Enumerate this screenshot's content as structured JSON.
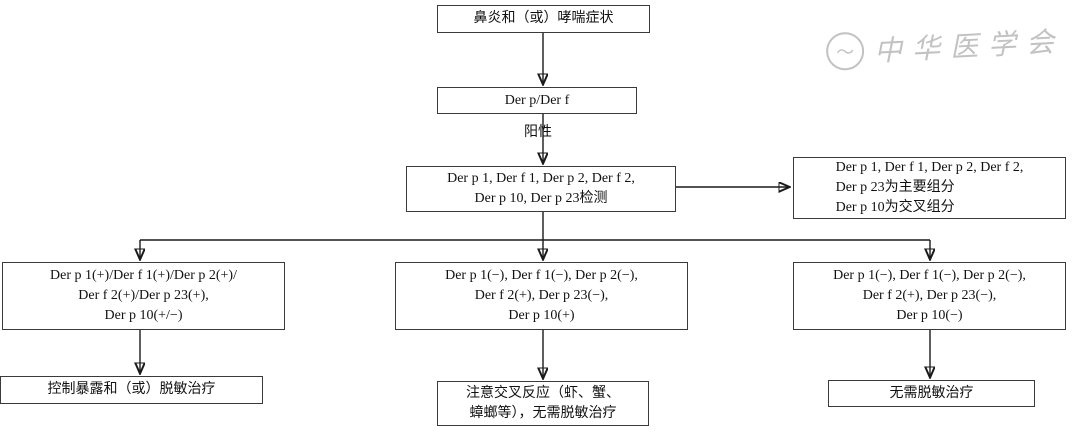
{
  "watermark": {
    "emblem_icon": "dragon-seal-icon",
    "text": "中华医学会"
  },
  "flow": {
    "symptoms": "鼻炎和（或）哮喘症状",
    "screen_test": "Der p/Der f",
    "positive_label": "阳性",
    "detection": [
      "Der p 1, Der f 1, Der p 2, Der f 2,",
      "Der p 10, Der p 23检测"
    ],
    "component_note": [
      "Der p 1, Der f 1, Der p 2, Der f 2,",
      "Der p 23为主要组分",
      "Der p 10为交叉组分"
    ],
    "branch_left": [
      "Der p 1(+)/Der f 1(+)/Der p 2(+)/",
      "Der f 2(+)/Der p 23(+),",
      "Der p 10(+/−)"
    ],
    "branch_middle": [
      "Der p 1(−), Der f 1(−), Der p 2(−),",
      "Der f 2(+), Der p 23(−),",
      "Der p 10(+)"
    ],
    "branch_right": [
      "Der p 1(−), Der f 1(−), Der p 2(−),",
      "Der f 2(+), Der p 23(−),",
      "Der p 10(−)"
    ],
    "outcome_left": "控制暴露和（或）脱敏治疗",
    "outcome_middle": [
      "注意交叉反应（虾、蟹、",
      "蟑螂等），无需脱敏治疗"
    ],
    "outcome_right": "无需脱敏治疗"
  }
}
